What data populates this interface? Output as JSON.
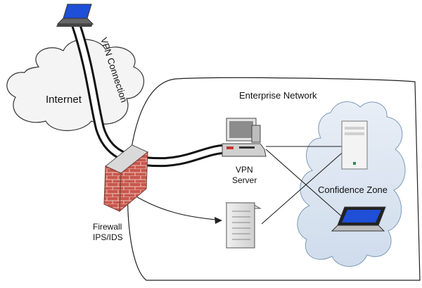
{
  "labels": {
    "internet": "Internet",
    "vpn_connection": "VPN Connection",
    "enterprise_network": "Enterprise Network",
    "vpn_server_line1": "VPN",
    "vpn_server_line2": "Server",
    "firewall_line1": "Firewall",
    "firewall_line2": "IPS/IDS",
    "confidence_zone": "Confidence Zone"
  },
  "colors": {
    "cloud_fill": "#f4f4f4",
    "confidence_zone_fill": "#dbe6f2",
    "firewall_brick": "#c9574c",
    "laptop_screen": "#1f4fd6"
  }
}
